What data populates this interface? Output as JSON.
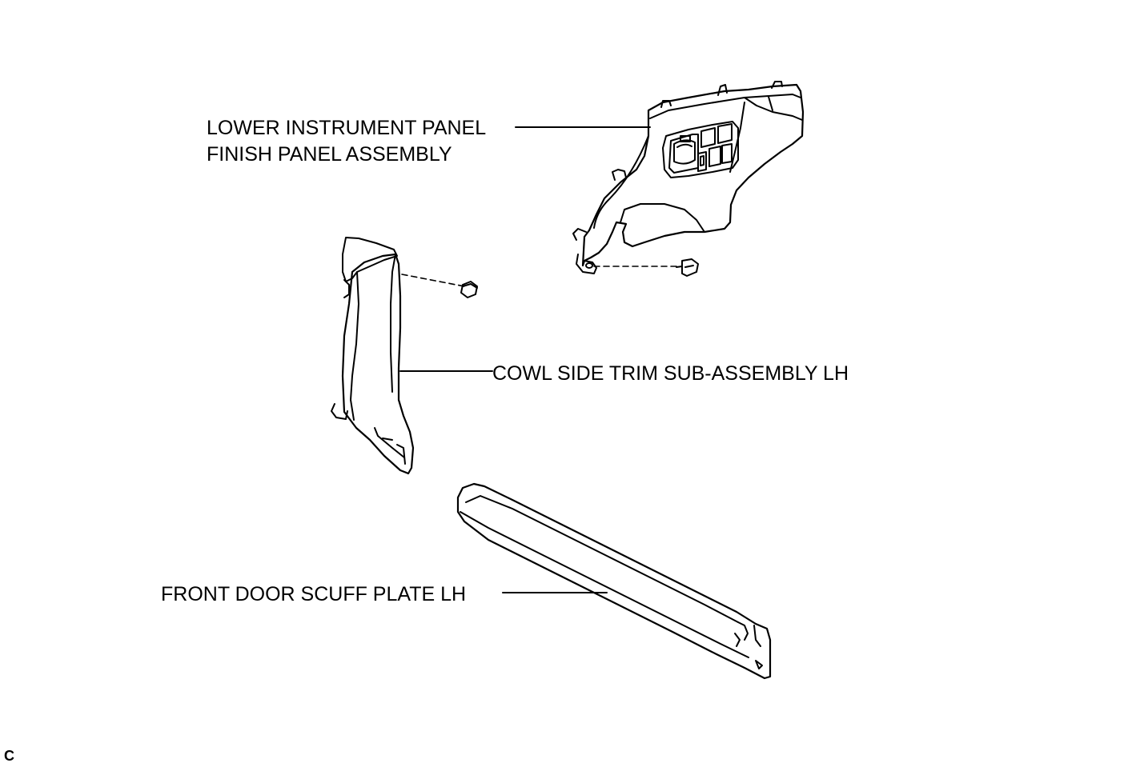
{
  "labels": {
    "lower_panel_line1": "LOWER INSTRUMENT PANEL",
    "lower_panel_line2": "FINISH PANEL ASSEMBLY",
    "cowl_side_trim": "COWL SIDE TRIM SUB-ASSEMBLY LH",
    "scuff_plate": "FRONT DOOR SCUFF PLATE LH",
    "corner_mark": "C"
  },
  "colors": {
    "ink": "#000000",
    "background": "#ffffff"
  }
}
